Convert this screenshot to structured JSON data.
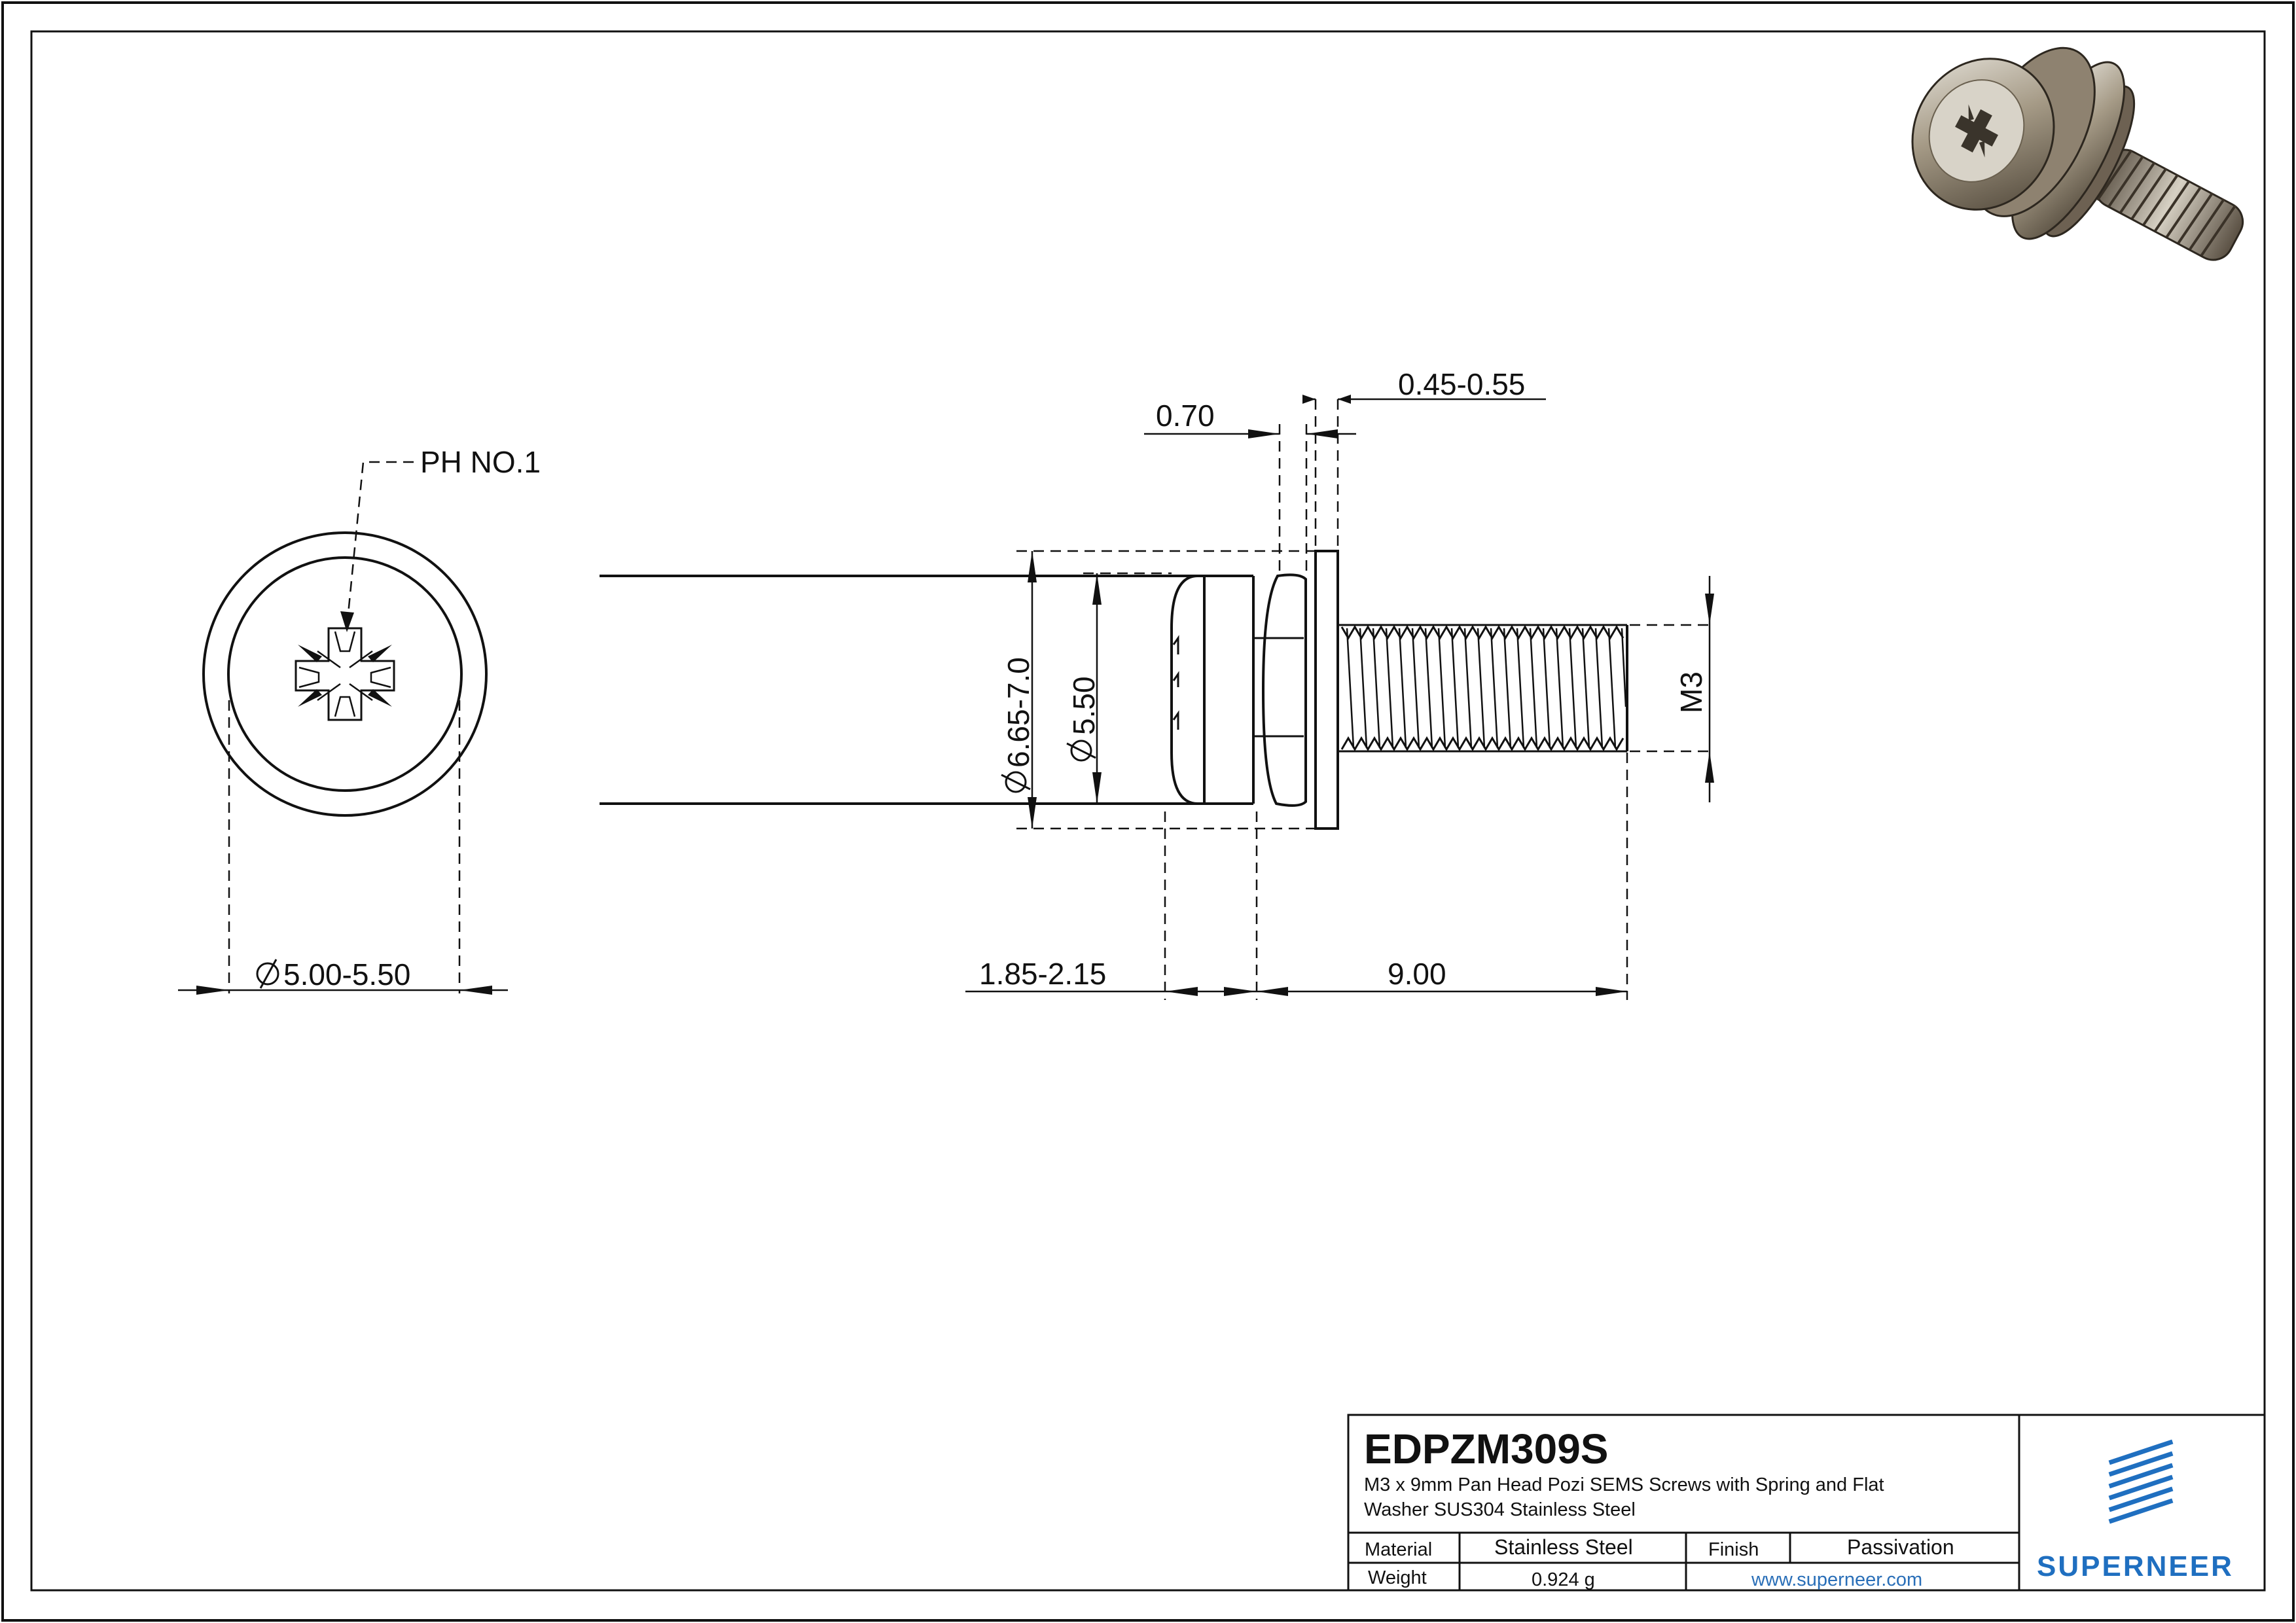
{
  "drawing": {
    "head_callout": "PH NO.1",
    "head_diameter": "5.00-5.50",
    "washer_outer_diameter": "6.65-7.0",
    "head_dia_side": "5.50",
    "spring_washer_thickness": "0.70",
    "flat_washer_thickness": "0.45-0.55",
    "thread_size": "M3",
    "head_height": "1.85-2.15",
    "length": "9.00"
  },
  "title_block": {
    "part_number": "EDPZM309S",
    "description_line1": "M3 x 9mm Pan Head Pozi SEMS Screws with Spring and Flat",
    "description_line2": "Washer SUS304 Stainless Steel",
    "material_label": "Material",
    "material_value": "Stainless Steel",
    "finish_label": "Finish",
    "finish_value": "Passivation",
    "weight_label": "Weight",
    "weight_value": "0.924 g",
    "website": "www.superneer.com",
    "brand": "SUPERNEER"
  },
  "colors": {
    "line": "#111111",
    "brand_blue": "#1f6fc0",
    "link_blue": "#2a6fb8"
  }
}
